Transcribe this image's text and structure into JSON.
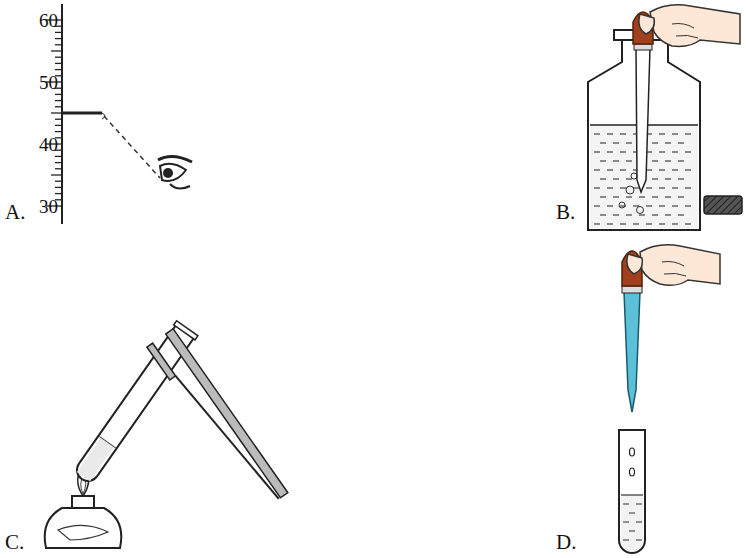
{
  "diagram": {
    "labels": [
      "A.",
      "B.",
      "C.",
      "D.",
      "60",
      "50",
      "40",
      "30"
    ]
  }
}
